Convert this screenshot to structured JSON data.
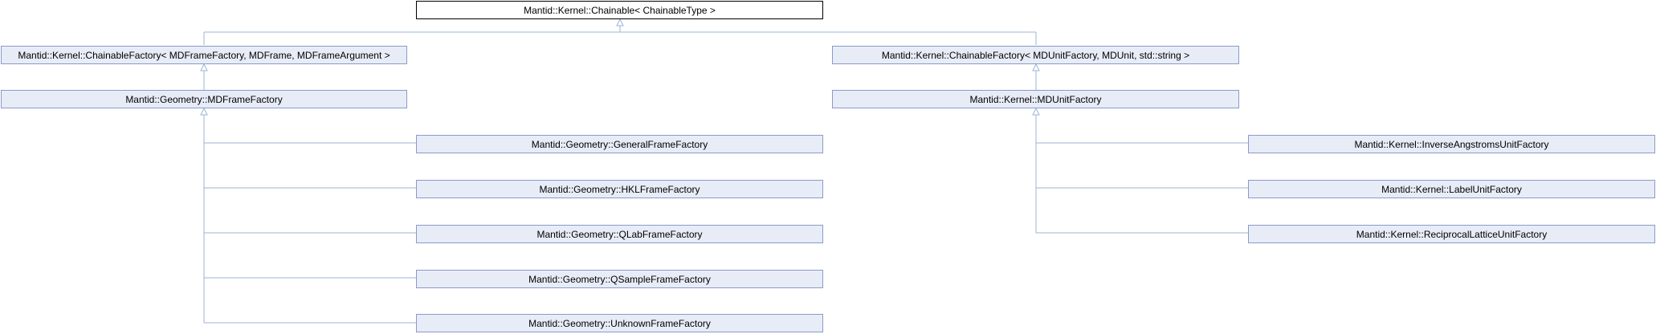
{
  "diagram": {
    "nodes": {
      "chainable": "Mantid::Kernel::Chainable< ChainableType >",
      "chainable_factory_mdframe": "Mantid::Kernel::ChainableFactory< MDFrameFactory, MDFrame, MDFrameArgument >",
      "chainable_factory_mdunit": "Mantid::Kernel::ChainableFactory< MDUnitFactory, MDUnit, std::string >",
      "mdframe_factory": "Mantid::Geometry::MDFrameFactory",
      "mdunit_factory": "Mantid::Kernel::MDUnitFactory",
      "general_frame_factory": "Mantid::Geometry::GeneralFrameFactory",
      "hkl_frame_factory": "Mantid::Geometry::HKLFrameFactory",
      "qlab_frame_factory": "Mantid::Geometry::QLabFrameFactory",
      "qsample_frame_factory": "Mantid::Geometry::QSampleFrameFactory",
      "unknown_frame_factory": "Mantid::Geometry::UnknownFrameFactory",
      "inverse_angstroms_unit_factory": "Mantid::Kernel::InverseAngstromsUnitFactory",
      "label_unit_factory": "Mantid::Kernel::LabelUnitFactory",
      "reciprocal_lattice_unit_factory": "Mantid::Kernel::ReciprocalLatticeUnitFactory"
    },
    "colors": {
      "node_fill": "#e8ecf7",
      "node_border": "#8a9bc9",
      "root_fill": "#ffffff",
      "root_border": "#000000",
      "edge": "#9ab5d6"
    }
  }
}
